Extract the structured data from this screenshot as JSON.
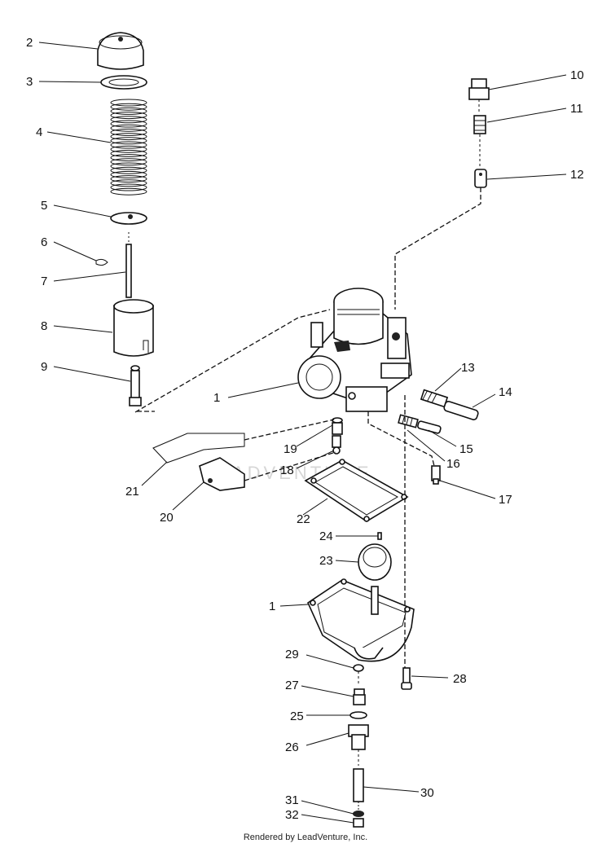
{
  "diagram": {
    "credit": "Rendered by LeadVenture, Inc.",
    "watermark": "LEADVENTURE",
    "callouts": [
      "1",
      "2",
      "3",
      "4",
      "5",
      "6",
      "7",
      "8",
      "9",
      "10",
      "11",
      "12",
      "13",
      "14",
      "15",
      "16",
      "17",
      "18",
      "19",
      "20",
      "21",
      "22",
      "23",
      "24",
      "25",
      "26",
      "27",
      "28",
      "29",
      "30",
      "31",
      "32",
      "1"
    ]
  }
}
